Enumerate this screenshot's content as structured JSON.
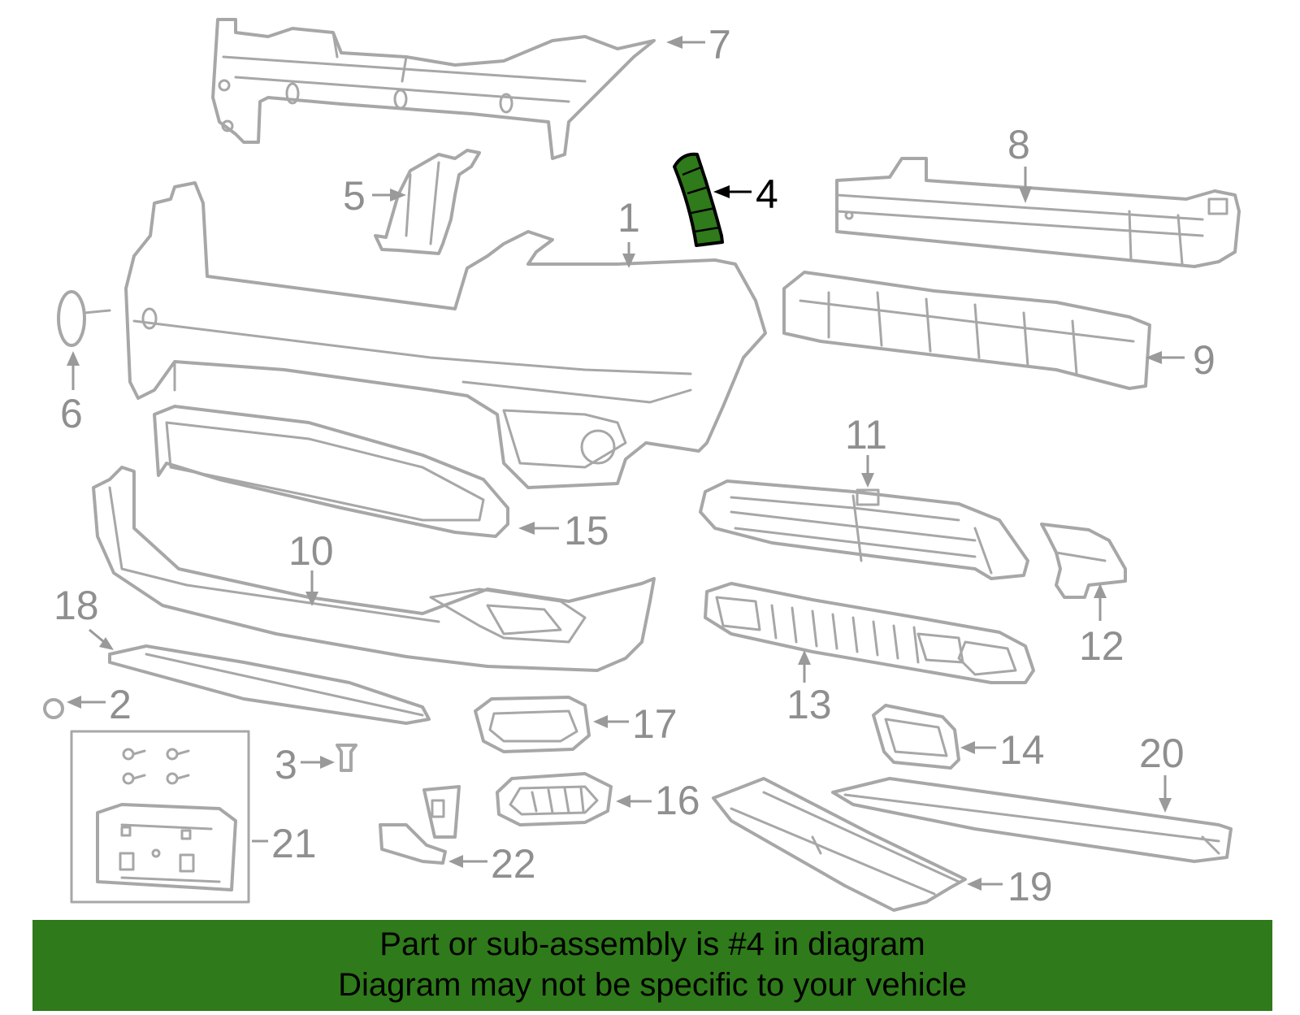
{
  "diagram": {
    "highlighted_part": "4",
    "highlight_color": "#2f7a1a",
    "callouts": [
      "1",
      "2",
      "3",
      "4",
      "5",
      "6",
      "7",
      "8",
      "9",
      "10",
      "11",
      "12",
      "13",
      "14",
      "15",
      "16",
      "17",
      "18",
      "19",
      "20",
      "21",
      "22"
    ]
  },
  "banner": {
    "line1": "Part or sub-assembly is #4 in diagram",
    "line2": "Diagram may not be specific to your vehicle",
    "background_color": "#2f7a1a"
  }
}
